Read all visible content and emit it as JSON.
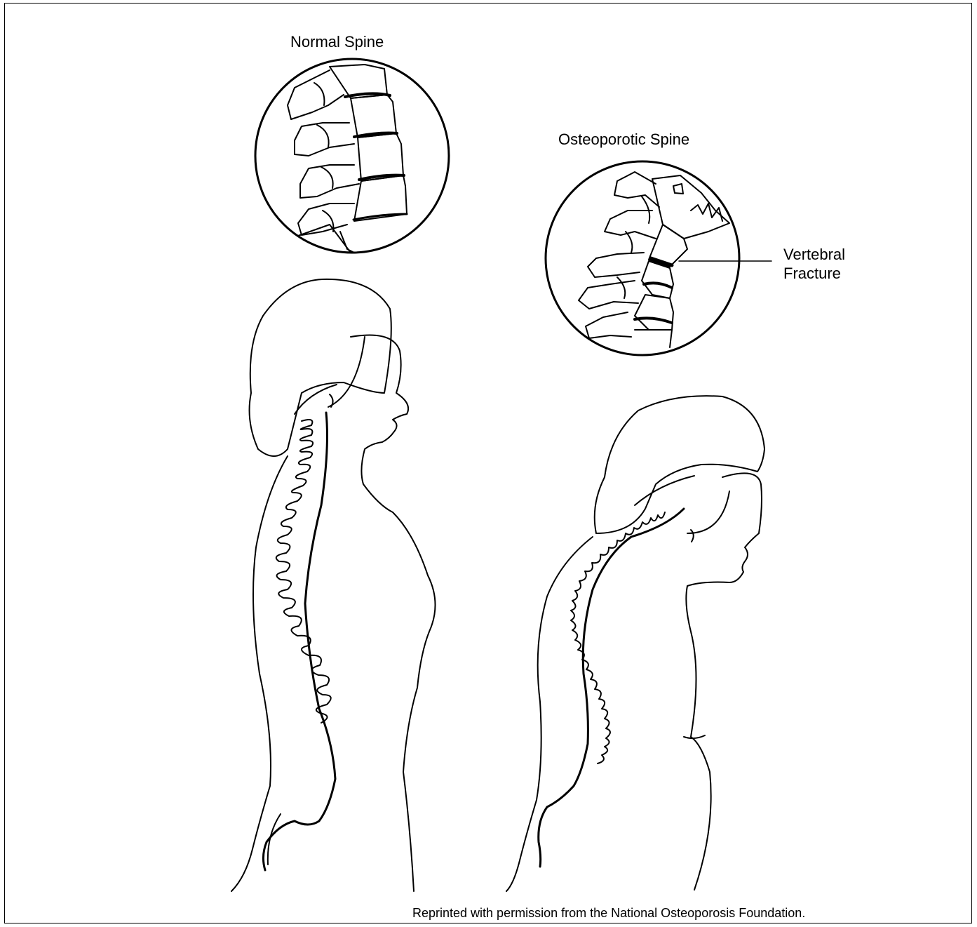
{
  "labels": {
    "normal_spine": "Normal Spine",
    "osteoporotic_spine": "Osteoporotic Spine",
    "vertebral_fracture_line1": "Vertebral",
    "vertebral_fracture_line2": "Fracture",
    "credit": "Reprinted with permission from the National Osteoporosis Foundation."
  },
  "colors": {
    "line": "#000000",
    "background": "#ffffff"
  }
}
